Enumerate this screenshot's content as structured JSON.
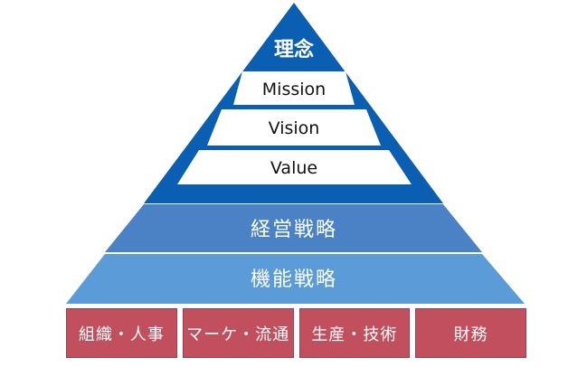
{
  "colors": {
    "apex_blue": "#0a5fb3",
    "strategy_blue": "#4a82c5",
    "function_blue": "#5b9bd7",
    "box_red": "#c24f5d",
    "text_white": "#ffffff",
    "text_black": "#111111"
  },
  "pyramid": {
    "apex_label": "理念",
    "inner_items": [
      "Mission",
      "Vision",
      "Value"
    ],
    "tiers": [
      "経営戦略",
      "機能戦略"
    ]
  },
  "functions": [
    "組織・人事",
    "マーケ・流通",
    "生産・技術",
    "財務"
  ]
}
